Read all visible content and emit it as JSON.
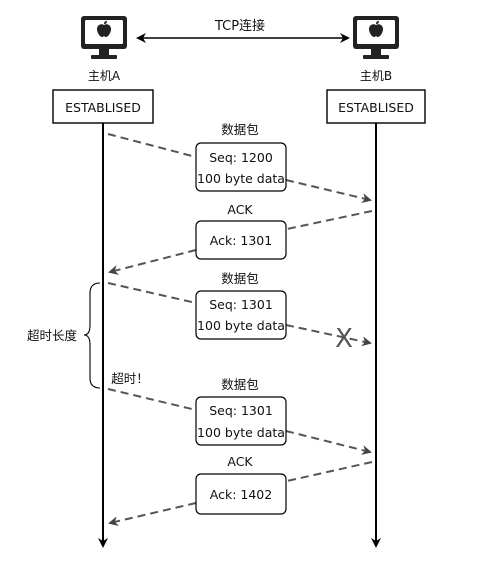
{
  "hosts": {
    "a": {
      "label": "主机A",
      "state": "ESTABLISED"
    },
    "b": {
      "label": "主机B",
      "state": "ESTABLISED"
    }
  },
  "connection_label": "TCP连接",
  "packets": {
    "p1": {
      "title": "数据包",
      "line1": "Seq: 1200",
      "line2": "100 byte data"
    },
    "a1": {
      "title": "ACK",
      "line1": "Ack: 1301"
    },
    "p2": {
      "title": "数据包",
      "line1": "Seq: 1301",
      "line2": "100 byte data",
      "lost_mark": "X"
    },
    "p3": {
      "title": "数据包",
      "line1": "Seq: 1301",
      "line2": "100 byte data"
    },
    "a2": {
      "title": "ACK",
      "line1": "Ack: 1402"
    }
  },
  "timeout": {
    "length_label": "超时长度",
    "event_label": "超时！"
  },
  "colors": {
    "line": "#000000",
    "dashed_arrow": "#555555",
    "icon": "#222222",
    "lost": "#555555"
  },
  "icons": {
    "host": "imac-monitor-icon"
  }
}
